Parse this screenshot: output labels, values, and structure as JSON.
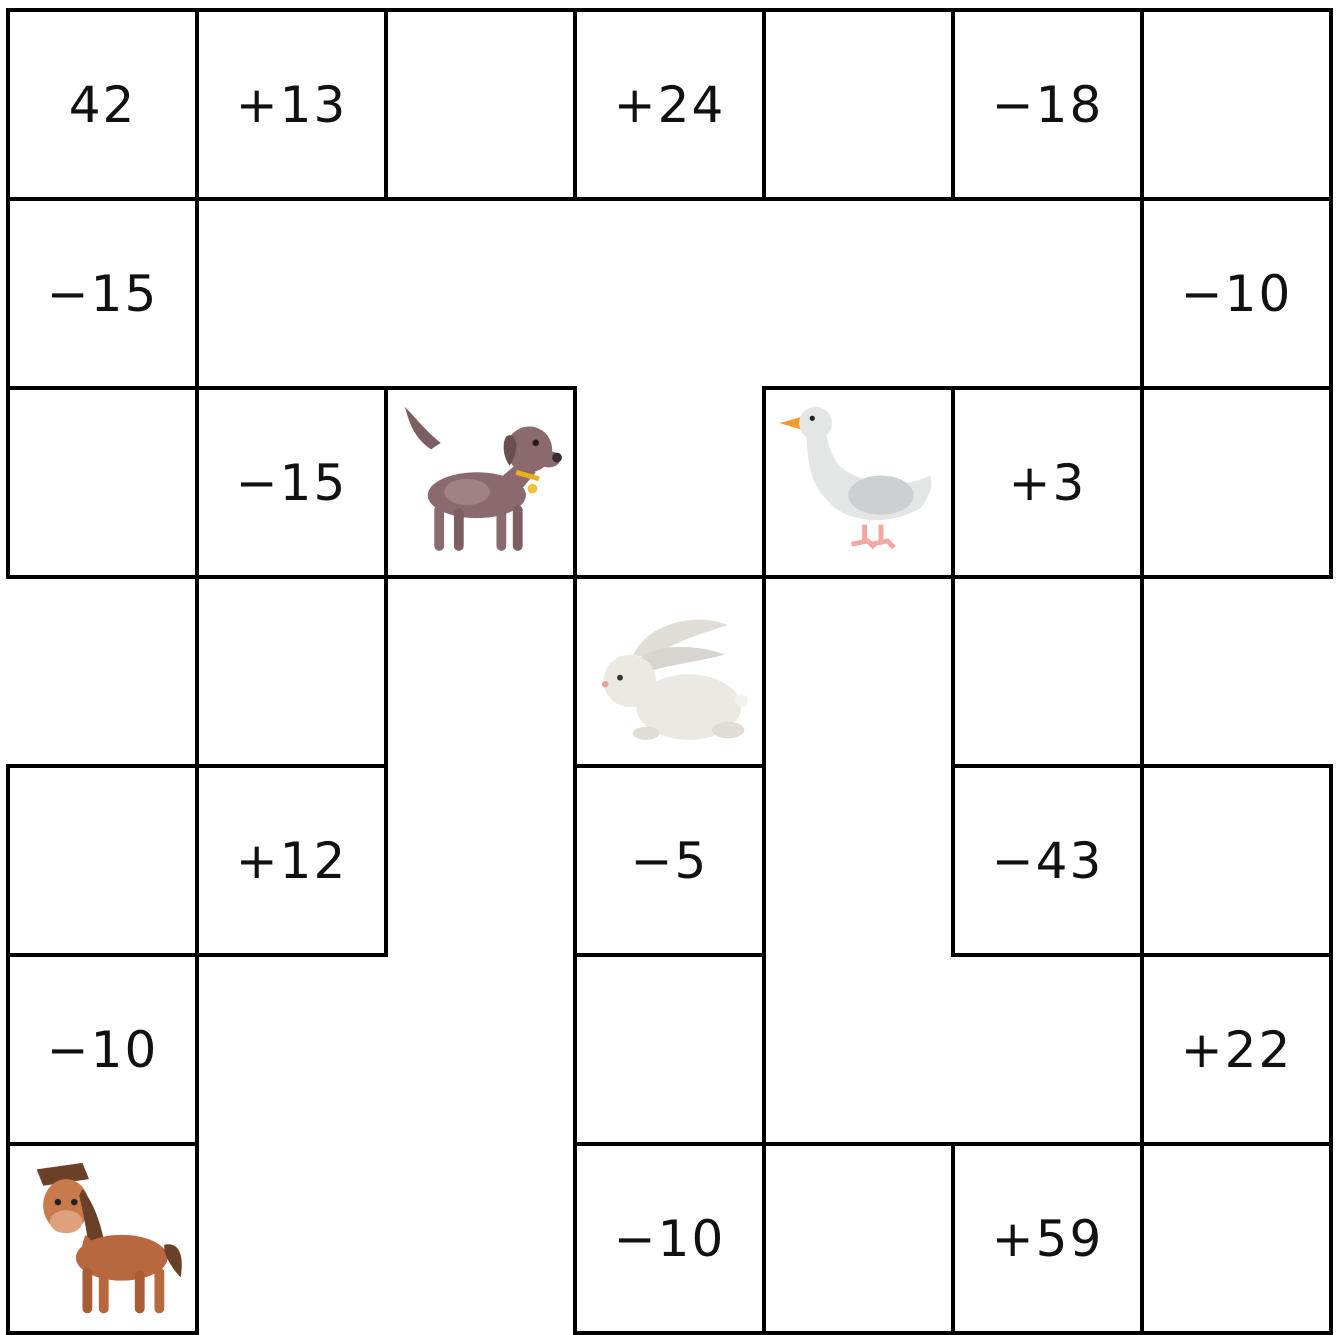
{
  "board": {
    "rows": 7,
    "cols": 7,
    "cells": [
      {
        "row": 0,
        "col": 0,
        "text": "42"
      },
      {
        "row": 0,
        "col": 1,
        "text": "+13"
      },
      {
        "row": 0,
        "col": 2,
        "text": ""
      },
      {
        "row": 0,
        "col": 3,
        "text": "+24"
      },
      {
        "row": 0,
        "col": 4,
        "text": ""
      },
      {
        "row": 0,
        "col": 5,
        "text": "−18"
      },
      {
        "row": 0,
        "col": 6,
        "text": ""
      },
      {
        "row": 1,
        "col": 0,
        "text": "−15"
      },
      {
        "row": 1,
        "col": 6,
        "text": "−10"
      },
      {
        "row": 2,
        "col": 0,
        "text": ""
      },
      {
        "row": 2,
        "col": 1,
        "text": "−15"
      },
      {
        "row": 2,
        "col": 2,
        "icon": "dog-icon"
      },
      {
        "row": 2,
        "col": 4,
        "icon": "goose-icon"
      },
      {
        "row": 2,
        "col": 5,
        "text": "+3"
      },
      {
        "row": 2,
        "col": 6,
        "text": ""
      },
      {
        "row": 3,
        "col": 1,
        "text": ""
      },
      {
        "row": 3,
        "col": 3,
        "icon": "rabbit-icon"
      },
      {
        "row": 3,
        "col": 5,
        "text": ""
      },
      {
        "row": 4,
        "col": 0,
        "text": ""
      },
      {
        "row": 4,
        "col": 1,
        "text": "+12"
      },
      {
        "row": 4,
        "col": 3,
        "text": "−5"
      },
      {
        "row": 4,
        "col": 5,
        "text": "−43"
      },
      {
        "row": 4,
        "col": 6,
        "text": ""
      },
      {
        "row": 5,
        "col": 0,
        "text": "−10"
      },
      {
        "row": 5,
        "col": 3,
        "text": ""
      },
      {
        "row": 5,
        "col": 6,
        "text": "+22"
      },
      {
        "row": 6,
        "col": 0,
        "icon": "horse-icon"
      },
      {
        "row": 6,
        "col": 3,
        "text": "−10"
      },
      {
        "row": 6,
        "col": 4,
        "text": ""
      },
      {
        "row": 6,
        "col": 5,
        "text": "+59"
      },
      {
        "row": 6,
        "col": 6,
        "text": ""
      }
    ]
  },
  "colors": {
    "line": "#000000",
    "dog": "#8a6a6e",
    "goose": "#e2e4e4",
    "rabbit": "#ece8e2",
    "horse": "#b8683e"
  }
}
